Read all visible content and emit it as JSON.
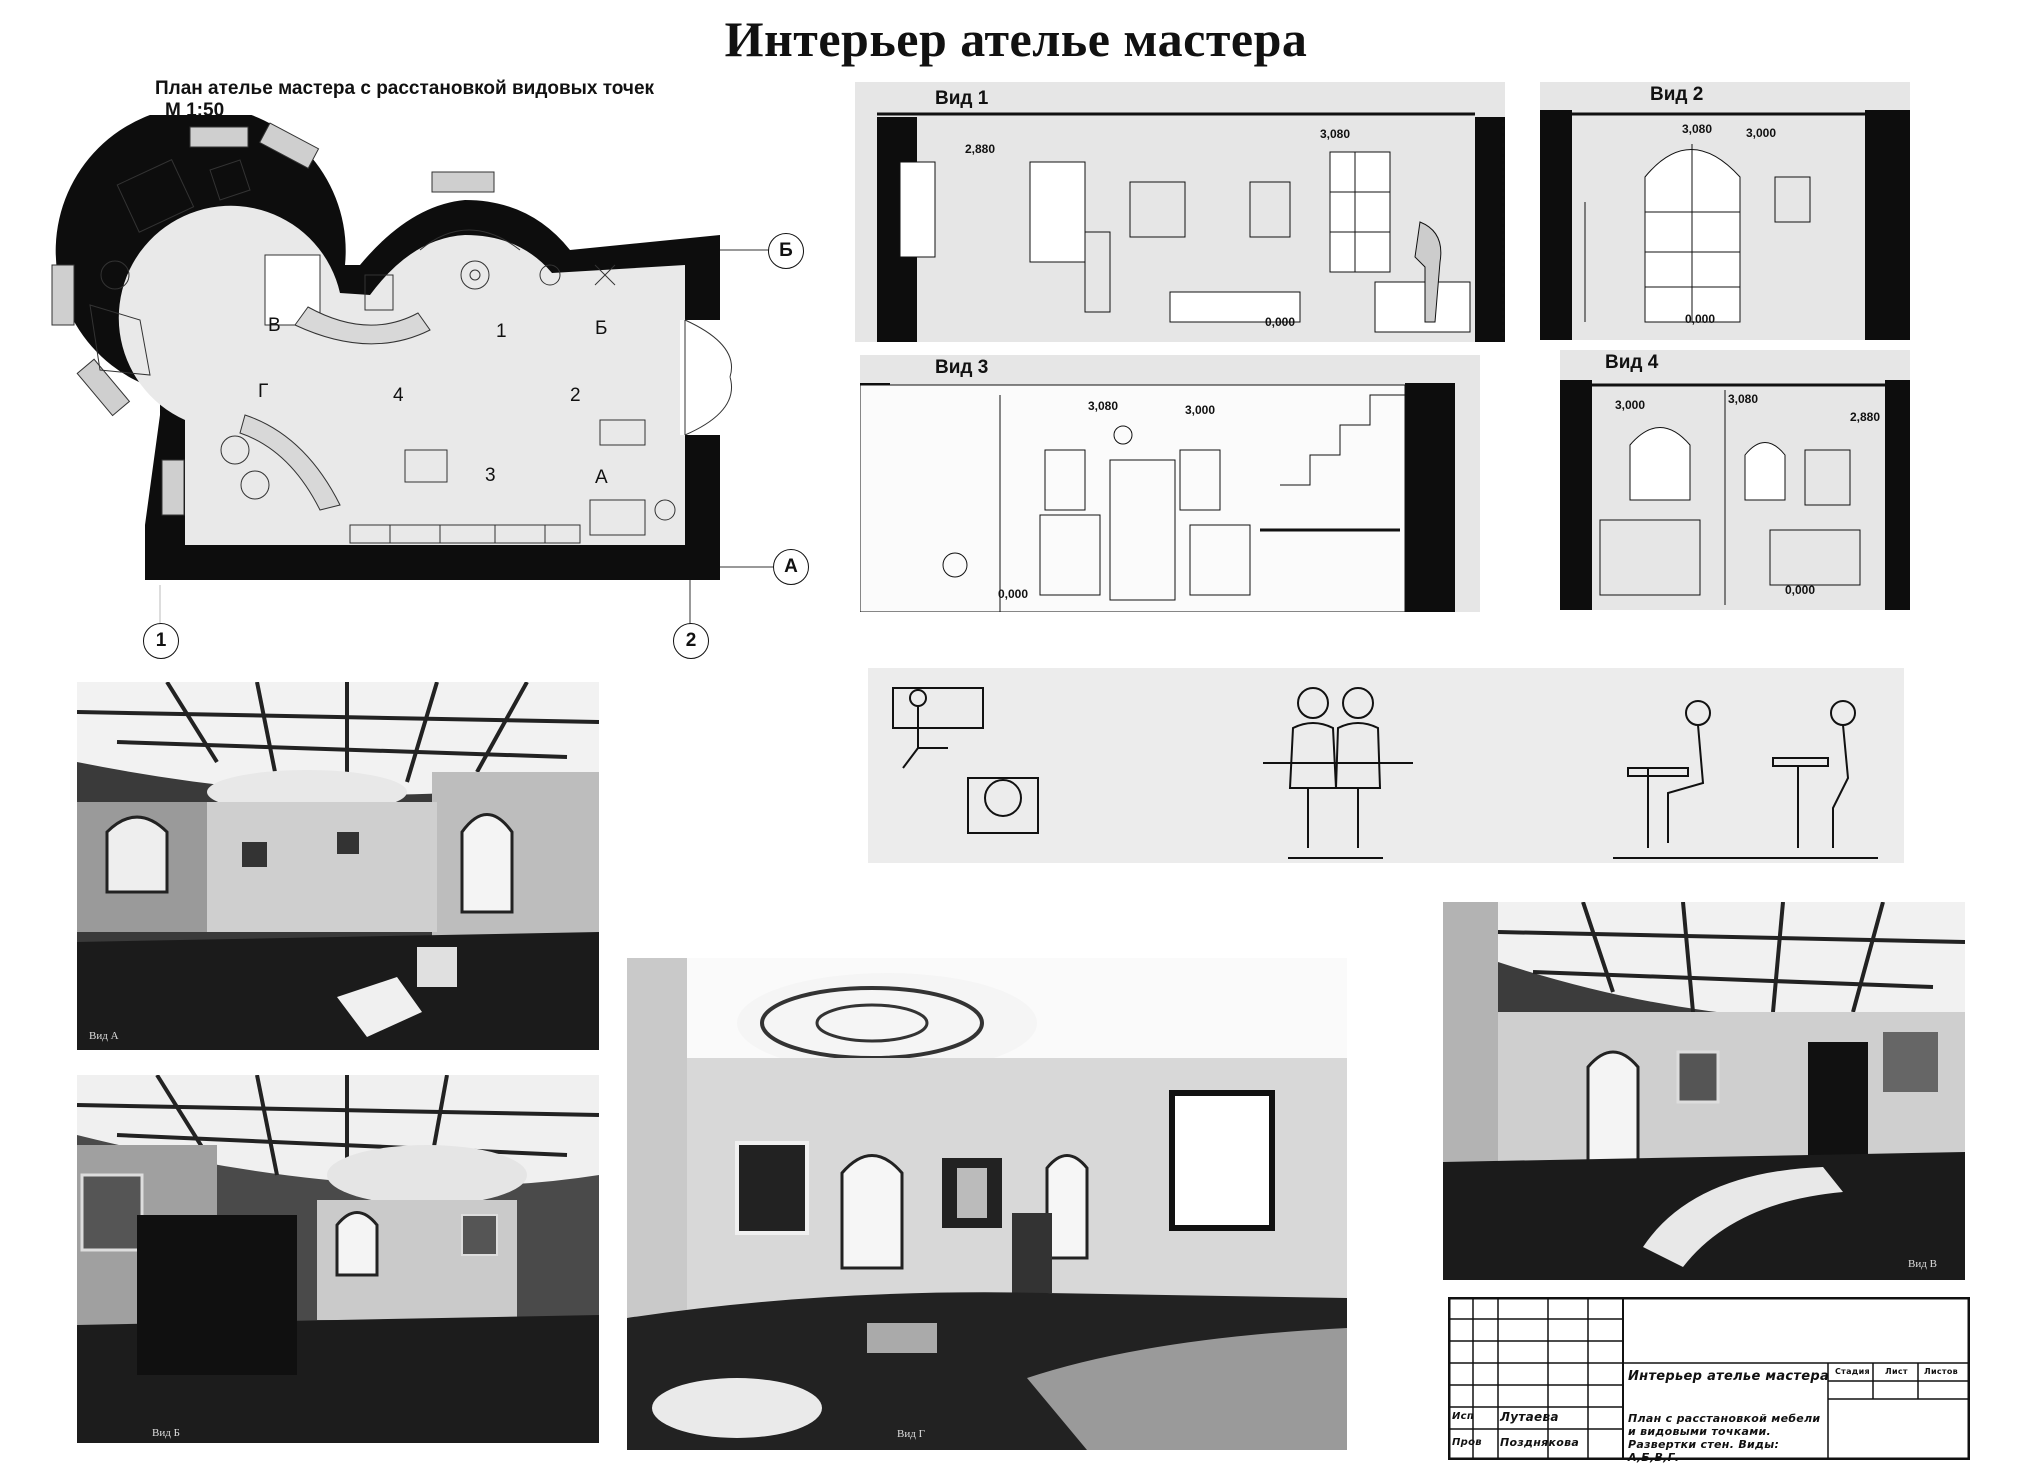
{
  "title": "Интерьер ателье мастера",
  "plan": {
    "title": "План ателье мастера с расстановкой видовых точек",
    "scale": "М 1:50",
    "points": [
      "В",
      "1",
      "Б",
      "Г",
      "4",
      "2",
      "3",
      "А"
    ],
    "axes": {
      "b": "Б",
      "a": "А",
      "one": "1",
      "two": "2"
    }
  },
  "views": {
    "v1": {
      "label": "Вид 1",
      "dims": [
        "2,880",
        "3,080",
        "0,000"
      ]
    },
    "v2": {
      "label": "Вид 2",
      "dims": [
        "3,080",
        "3,000",
        "0,000"
      ]
    },
    "v3": {
      "label": "Вид 3",
      "dims": [
        "3,080",
        "3,000",
        "0,000"
      ]
    },
    "v4": {
      "label": "Вид 4",
      "dims": [
        "3,000",
        "3,080",
        "2,880",
        "0,000"
      ]
    }
  },
  "photos": {
    "pa": "Вид А",
    "pb": "Вид Б",
    "pg": "Вид Г",
    "pv": "Вид В"
  },
  "stamp": {
    "project": "Интерьер ателье мастера",
    "desc": "План с расстановкой мебели и видовыми точками. Развертки стен. Виды: А,Б,В,Г.",
    "role1": "Исп",
    "name1": "Лутаева",
    "role2": "Пров",
    "name2": "Позднякова",
    "col1": "Стадия",
    "col2": "Лист",
    "col3": "Листов"
  },
  "colors": {
    "ink": "#111111",
    "wall": "#0d0d0d",
    "paper": "#e6e6e6",
    "photo": "#2a2a2a"
  }
}
